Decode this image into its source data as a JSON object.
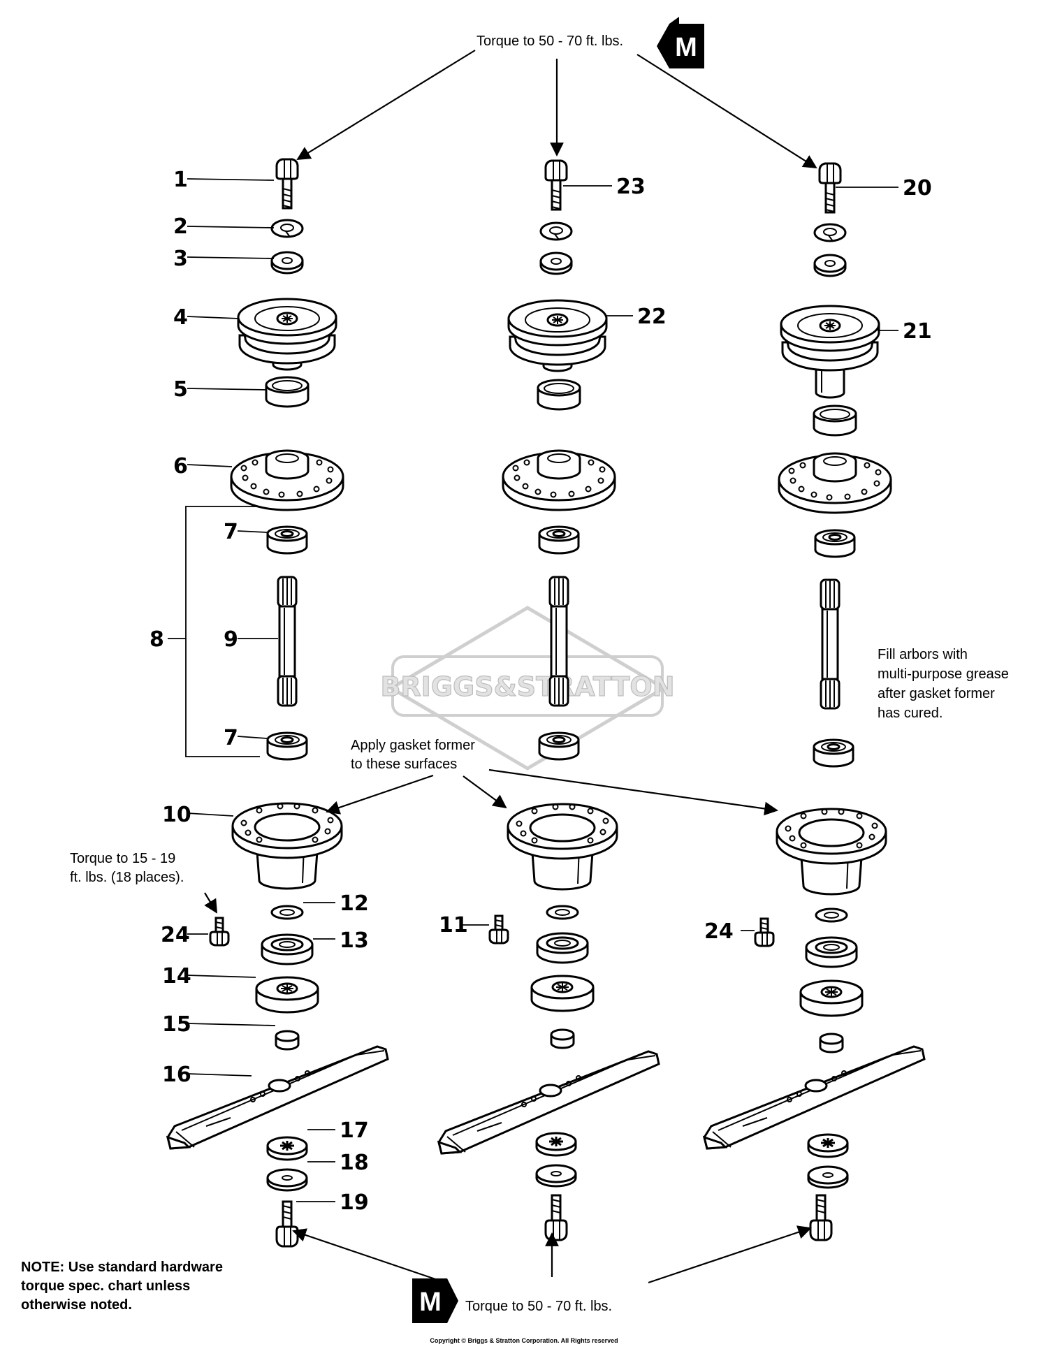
{
  "callouts": {
    "torque_top": "Torque to 50 - 70 ft. lbs.",
    "torque_bottom": "Torque to 50 - 70 ft. lbs.",
    "marker_top": "M",
    "marker_bottom": "M",
    "torque_small_1": "Torque to 15 - 19",
    "torque_small_2": "ft. lbs. (18 places).",
    "gasket_1": "Apply gasket former",
    "gasket_2": "to these surfaces",
    "grease_1": "Fill arbors with",
    "grease_2": "multi-purpose grease",
    "grease_3": "after gasket former",
    "grease_4": "has cured.",
    "note_1": "NOTE: Use standard hardware",
    "note_2": "torque spec. chart unless",
    "note_3": "otherwise noted."
  },
  "watermark": "BRIGGS&STRATTON",
  "copyright": "Copyright © Briggs & Stratton Corporation. All Rights reserved",
  "part_numbers": {
    "p1": "1",
    "p2": "2",
    "p3": "3",
    "p4": "4",
    "p5": "5",
    "p6": "6",
    "p7a": "7",
    "p7b": "7",
    "p8": "8",
    "p9": "9",
    "p10": "10",
    "p11": "11",
    "p12": "12",
    "p13": "13",
    "p14": "14",
    "p15": "15",
    "p16": "16",
    "p17": "17",
    "p18": "18",
    "p19": "19",
    "p20": "20",
    "p21": "21",
    "p22": "22",
    "p23": "23",
    "p24a": "24",
    "p24b": "24"
  }
}
